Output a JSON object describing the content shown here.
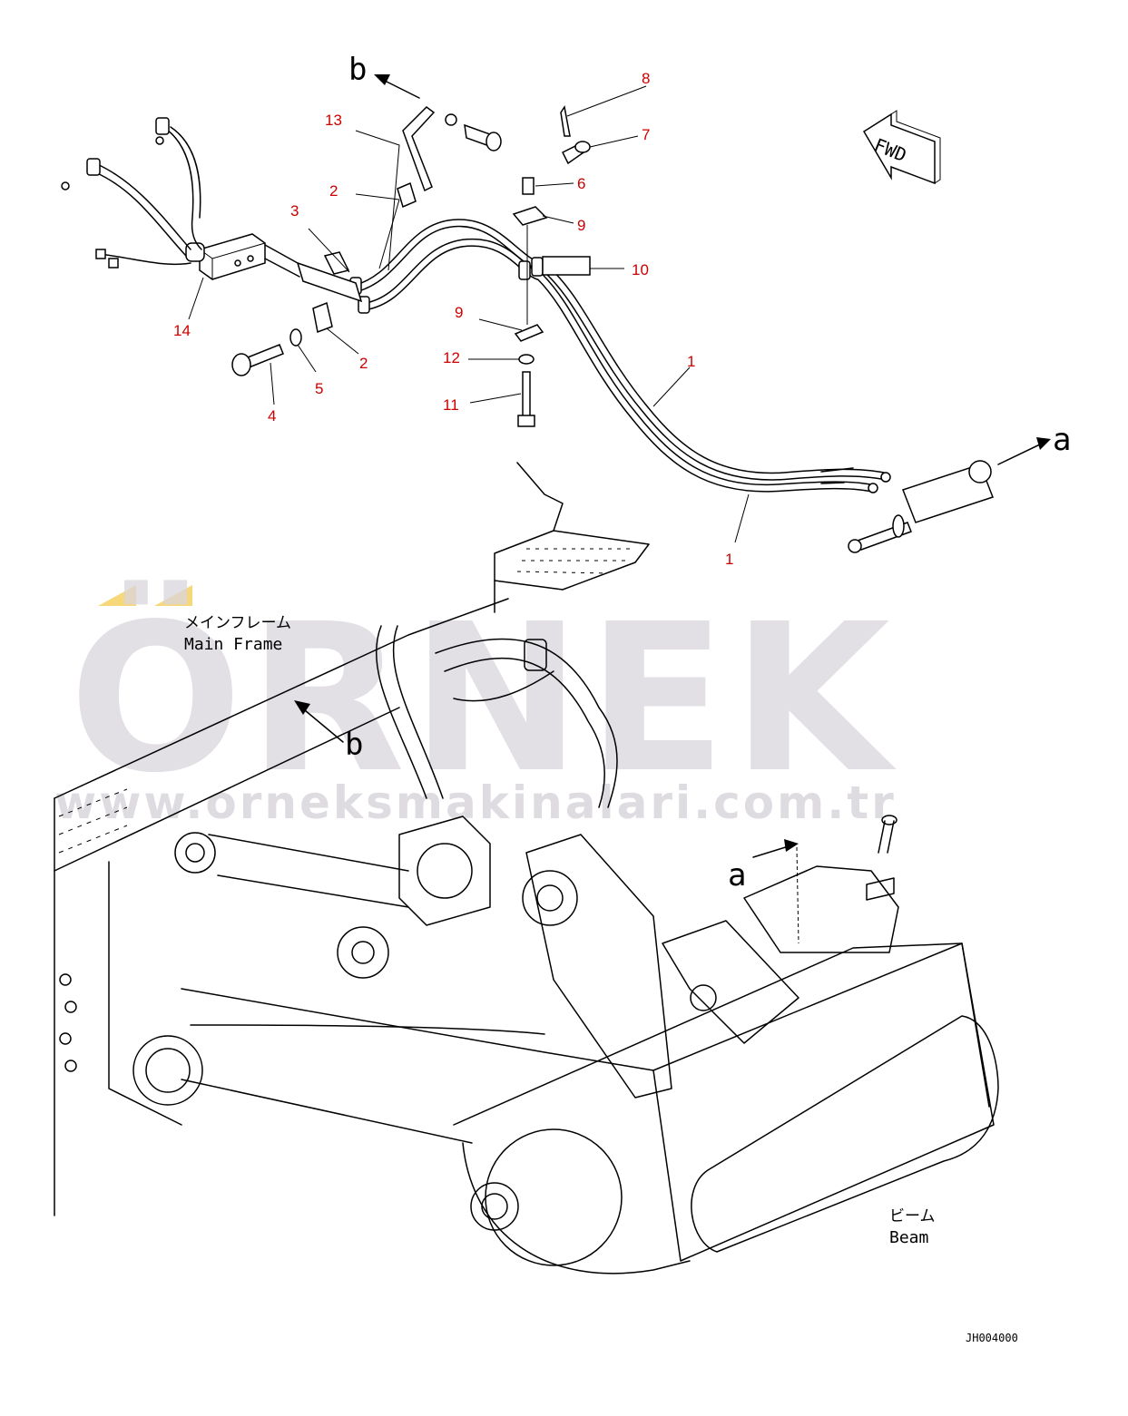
{
  "parts": [
    {
      "id": "label-1a",
      "number": "1"
    },
    {
      "id": "label-1b",
      "number": "1"
    },
    {
      "id": "label-2a",
      "number": "2"
    },
    {
      "id": "label-2b",
      "number": "2"
    },
    {
      "id": "label-3",
      "number": "3"
    },
    {
      "id": "label-4",
      "number": "4"
    },
    {
      "id": "label-5",
      "number": "5"
    },
    {
      "id": "label-6",
      "number": "6"
    },
    {
      "id": "label-7",
      "number": "7"
    },
    {
      "id": "label-8",
      "number": "8"
    },
    {
      "id": "label-9a",
      "number": "9"
    },
    {
      "id": "label-9b",
      "number": "9"
    },
    {
      "id": "label-10",
      "number": "10"
    },
    {
      "id": "label-11",
      "number": "11"
    },
    {
      "id": "label-12",
      "number": "12"
    },
    {
      "id": "label-13",
      "number": "13"
    },
    {
      "id": "label-14",
      "number": "14"
    }
  ],
  "views": {
    "b_top": "b",
    "a_top": "a",
    "b_frame": "b",
    "a_beam": "a"
  },
  "fwd": "FWD",
  "main_frame": {
    "jp": "メインフレーム",
    "en": "Main Frame"
  },
  "beam": {
    "jp": "ビーム",
    "en": "Beam"
  },
  "drawing_code": "JH004000",
  "watermark": {
    "brand": "ÖRNEK",
    "url": "www.orneksmakinalari.com.tr",
    "color": "#d9d6dc"
  }
}
